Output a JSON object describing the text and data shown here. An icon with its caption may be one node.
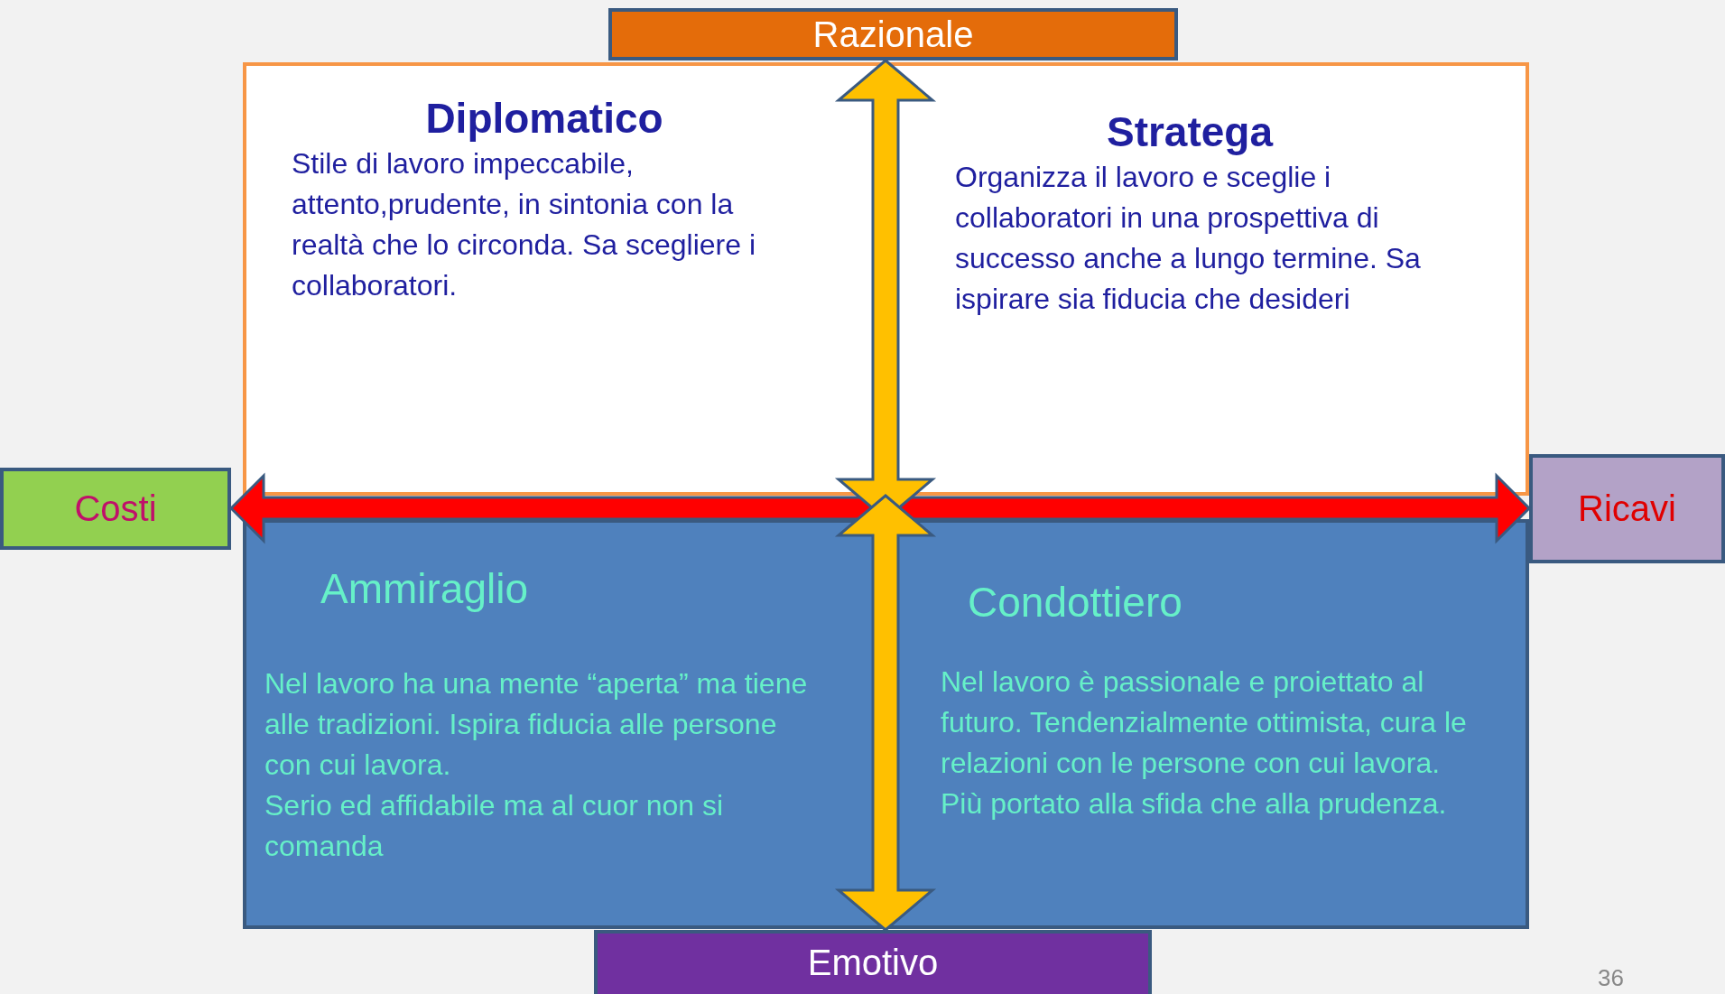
{
  "diagram": {
    "nodes": [
      {
        "text": [
          "Razionale"
        ]
      },
      {
        "text": [],
        "shape": "box"
      },
      {
        "text": [
          "Diplomatico",
          "Stile di lavoro impeccabile, attento,prudente, in sintonia con la realtà che lo circonda. Sa scegliere i collaboratori."
        ],
        "in": 1
      },
      {
        "text": [
          "Stratega",
          "Organizza il lavoro e sceglie i collaboratori in una prospettiva di successo anche a lungo termine. Sa ispirare sia fiducia che desideri"
        ],
        "in": 1
      },
      {
        "text": [
          "Costi"
        ]
      },
      {
        "text": [
          "Ricavi"
        ]
      },
      {
        "text": [],
        "shape": "box"
      },
      {
        "text": [
          "Ammiraglio",
          "Nel lavoro ha una mente “aperta” ma tiene alle tradizioni. Ispira fiducia alle persone con cui lavora.",
          "Serio ed affidabile ma al cuor non si comanda"
        ],
        "in": 6
      },
      {
        "text": [
          "Condottiero",
          "Nel lavoro è passionale e proiettato al futuro. Tendenzialmente ottimista, cura le relazioni con le persone con cui lavora. Più portato alla sfida che alla prudenza."
        ],
        "in": 6
      },
      {
        "text": [
          "Emotivo"
        ]
      }
    ],
    "edges": [
      {
        "from": 4,
        "to": 5,
        "arrow": "both",
        "color": "#ff0000"
      },
      {
        "from": 0,
        "to": 6,
        "arrow": "both"
      },
      {
        "from": 1,
        "to": 9,
        "arrow": "both"
      }
    ],
    "labels": [
      "36"
    ]
  }
}
